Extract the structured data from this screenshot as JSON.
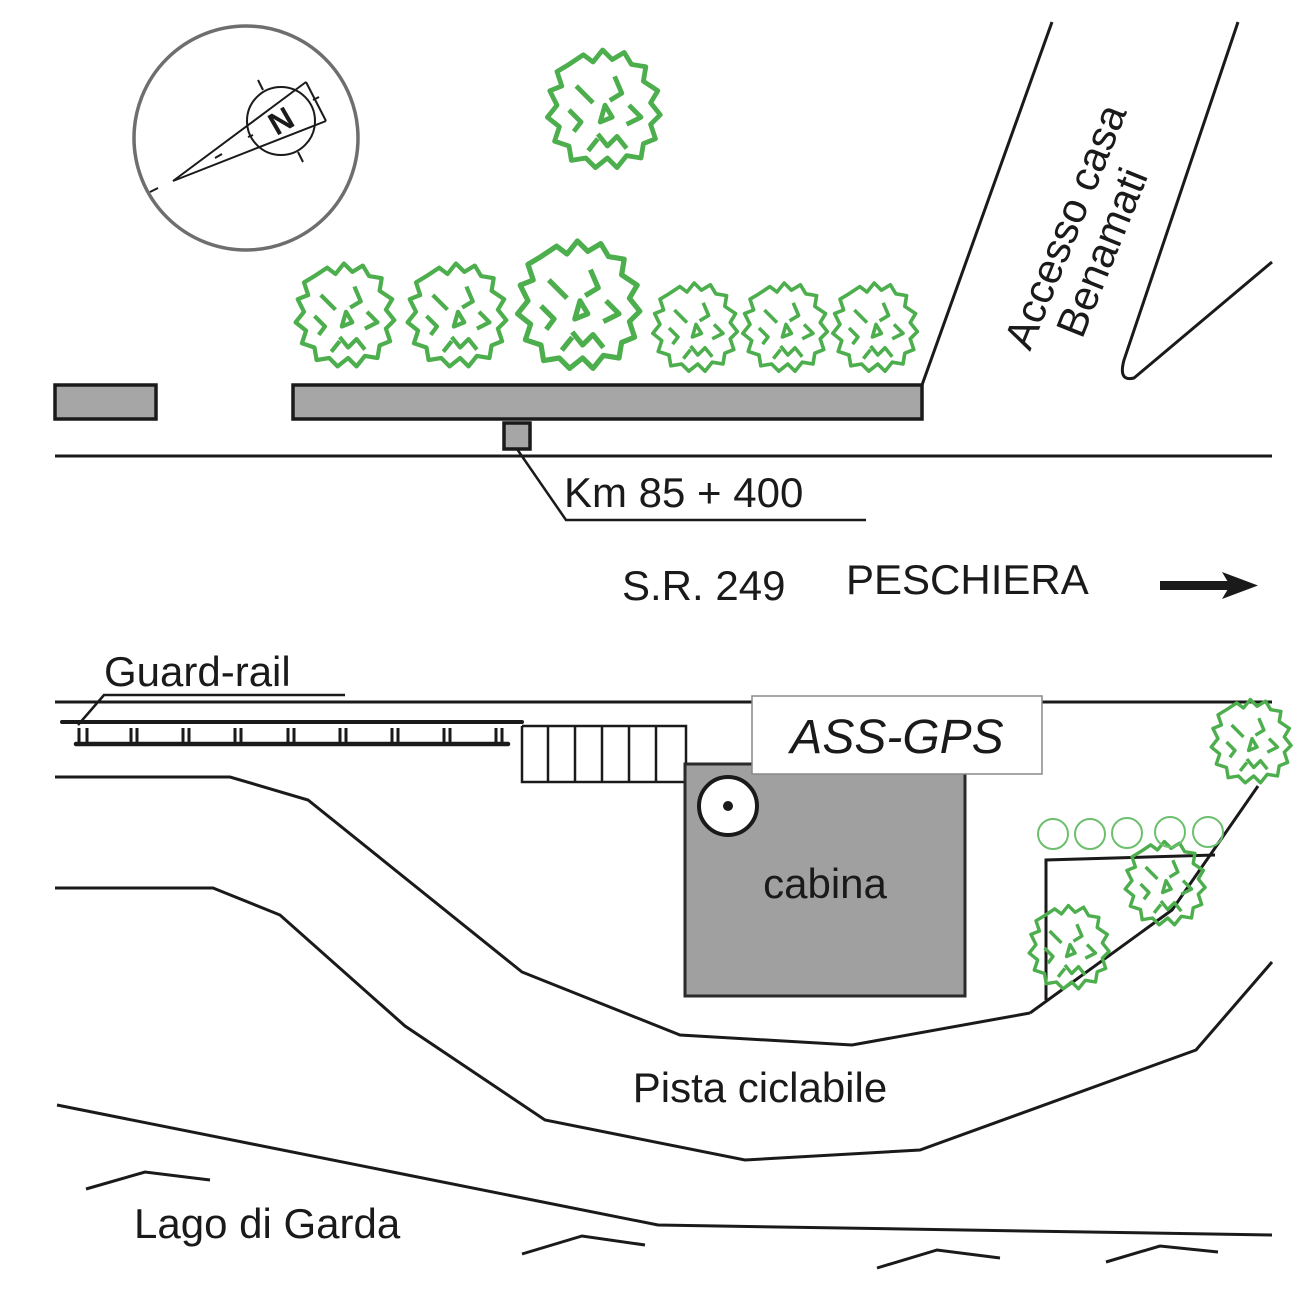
{
  "map": {
    "title": "Site map ASS-GPS",
    "labels": {
      "road_access": [
        "Accesso casa",
        "Benamati"
      ],
      "kilometer_marker": "Km 85 + 400",
      "road_name": "S.R. 249",
      "direction": "PESCHIERA",
      "guard_rail": "Guard-rail",
      "station_id": "ASS-GPS",
      "cabin": "cabina",
      "bike_path": "Pista ciclabile",
      "lake": "Lago di Garda"
    },
    "compass": {
      "north_label": "N"
    },
    "icons": {
      "direction_arrow": "arrow-right-icon",
      "gps_marker": "gps-antenna-icon",
      "trees": "tree-icon"
    },
    "colors": {
      "tree": "#4cae4c",
      "building": "#a6a6a6",
      "line": "#1a1a1a"
    }
  }
}
